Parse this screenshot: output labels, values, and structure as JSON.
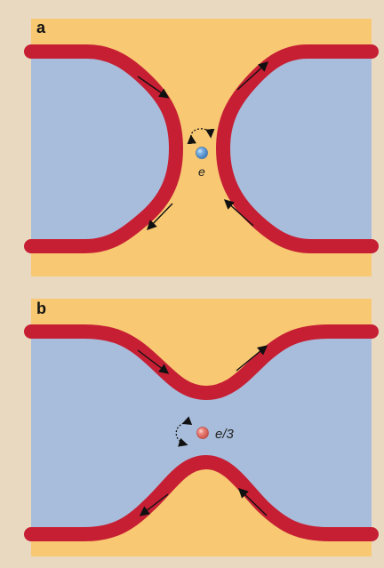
{
  "figure": {
    "panels": [
      {
        "label": "a",
        "particle_label": "e",
        "particle_color": "#5f8fc0"
      },
      {
        "label": "b",
        "particle_label": "e/3",
        "particle_color": "#d96e64"
      }
    ],
    "colors": {
      "background": "#ead9c1",
      "channel": "#f8c872",
      "region": "#a8bddb",
      "edge": "#c61f34",
      "arrow": "#111111"
    }
  }
}
